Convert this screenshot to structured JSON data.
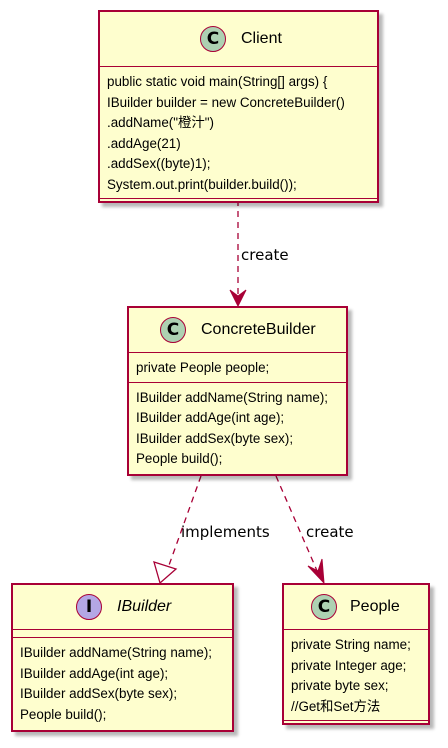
{
  "colors": {
    "box_fill": "#fefece",
    "box_border": "#a80036",
    "class_badge": "#add1b2",
    "interface_badge": "#b4a7e5"
  },
  "classes": {
    "client": {
      "badge": "C",
      "name": "Client",
      "attributes": [
        "public static void main(String[] args) {",
        "IBuilder builder = new ConcreteBuilder()",
        ".addName(\"橙汁\")",
        ".addAge(21)",
        ".addSex((byte)1);",
        "System.out.print(builder.build());"
      ],
      "methods": []
    },
    "concrete_builder": {
      "badge": "C",
      "name": "ConcreteBuilder",
      "attributes": [
        "private People people;"
      ],
      "methods": [
        "IBuilder addName(String name);",
        "IBuilder addAge(int age);",
        "IBuilder addSex(byte sex);",
        "People build();"
      ]
    },
    "ibuilder": {
      "badge": "I",
      "name": "IBuilder",
      "attributes": [],
      "methods": [
        "IBuilder addName(String name);",
        "IBuilder addAge(int age);",
        "IBuilder addSex(byte sex);",
        "People build();"
      ]
    },
    "people": {
      "badge": "C",
      "name": "People",
      "attributes": [
        "private String name;",
        "private Integer age;",
        "private byte sex;",
        "//Get和Set方法"
      ],
      "methods": []
    }
  },
  "relations": {
    "client_to_builder": "create",
    "builder_implements": "implements",
    "builder_to_people": "create"
  }
}
